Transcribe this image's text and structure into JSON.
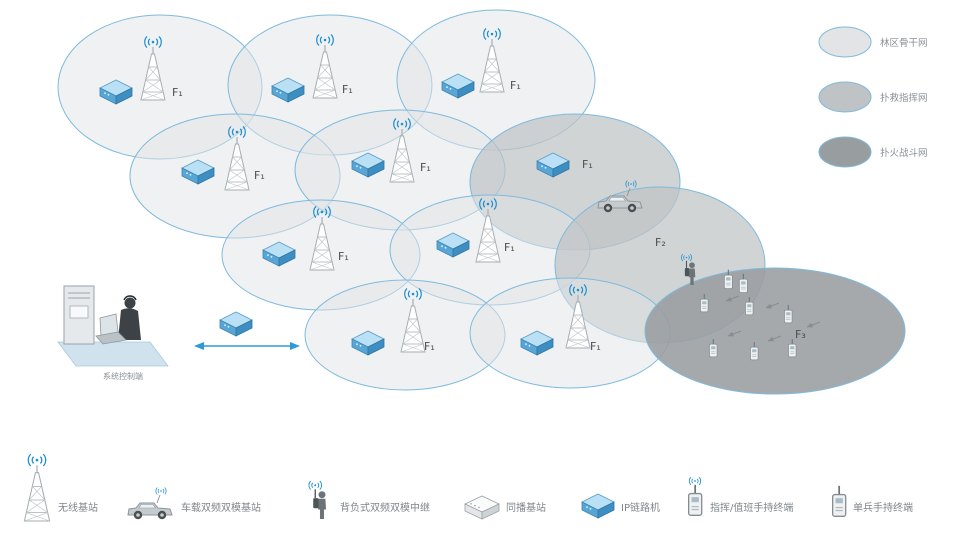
{
  "colors": {
    "backbone_fill": "#e2e4e5",
    "command_fill": "#bfc3c5",
    "combat_fill": "#989da0",
    "ellipse_stroke": "#7ebade",
    "signal_blue": "#1d8fd1",
    "arrow_blue": "#2f9ad4"
  },
  "legend": {
    "items": [
      {
        "label": "林区骨干网"
      },
      {
        "label": "扑救指挥网"
      },
      {
        "label": "扑火战斗网"
      }
    ]
  },
  "zones": {
    "f1": "F₁",
    "f2": "F₂",
    "f3": "F₃"
  },
  "control_station": {
    "label": "系统控制端"
  },
  "device_legend": {
    "items": [
      {
        "label": "无线基站"
      },
      {
        "label": "车载双频双模基站"
      },
      {
        "label": "背负式双频双模中继"
      },
      {
        "label": "同播基站"
      },
      {
        "label": "IP链路机"
      },
      {
        "label": "指挥/值班手持终端"
      },
      {
        "label": "单兵手持终端"
      }
    ]
  }
}
